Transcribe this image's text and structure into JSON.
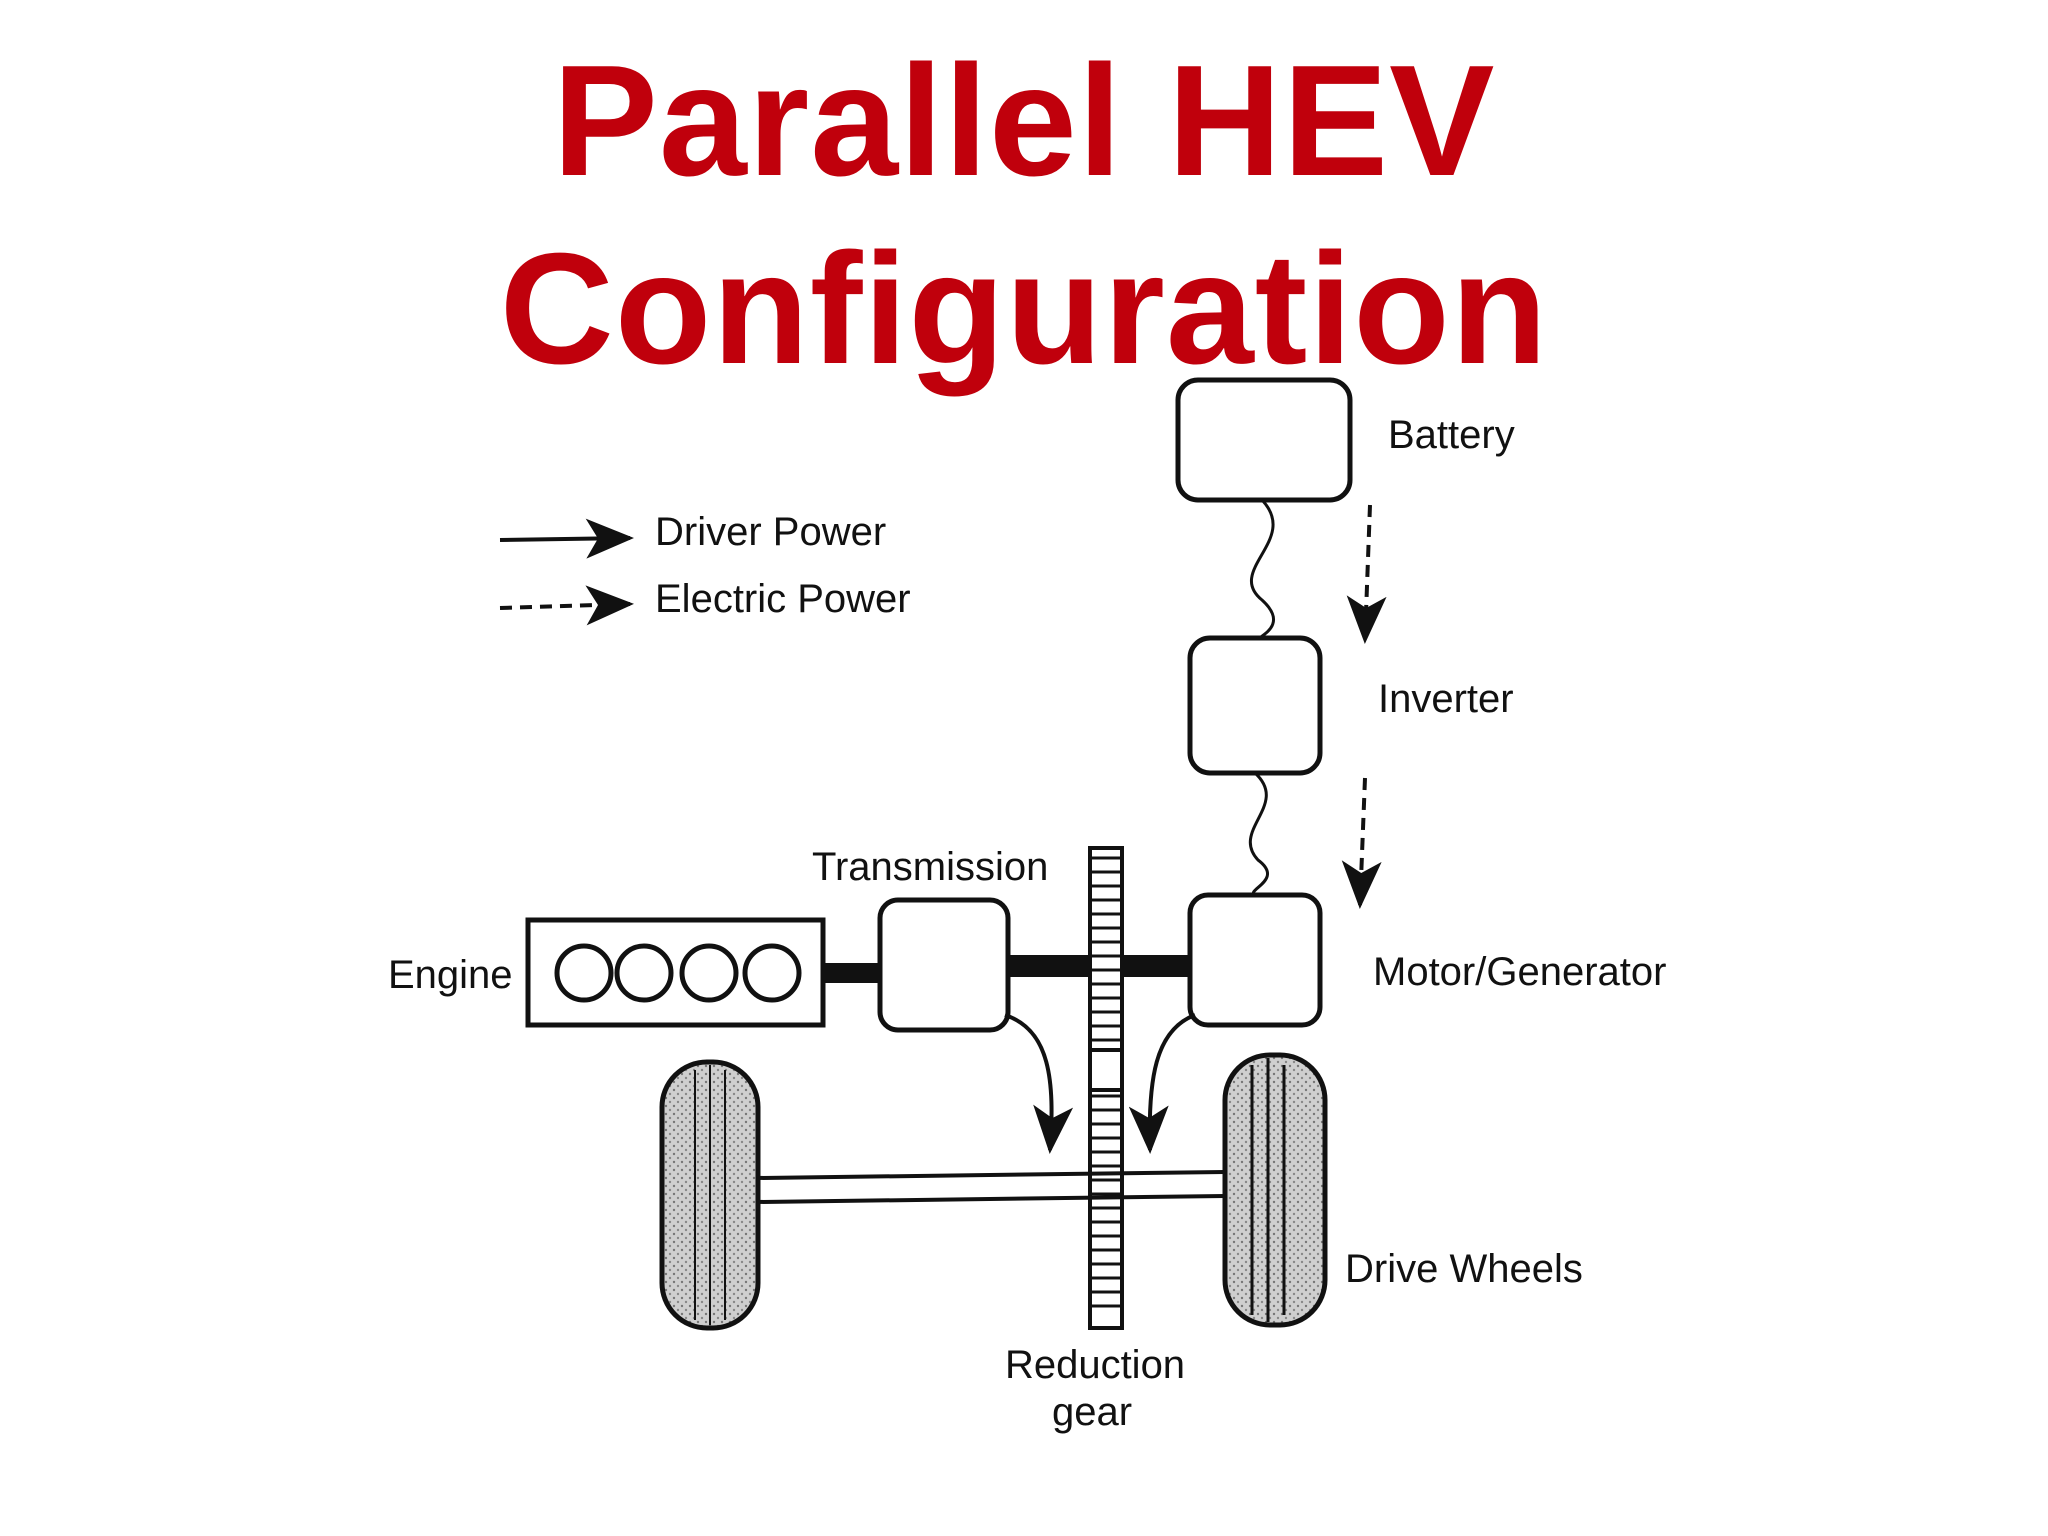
{
  "title": {
    "line1": "Parallel HEV",
    "line2": "Configuration"
  },
  "legend": {
    "driver_power": "Driver Power",
    "electric_power": "Electric Power"
  },
  "labels": {
    "battery": "Battery",
    "inverter": "Inverter",
    "transmission": "Transmission",
    "engine": "Engine",
    "motor_generator": "Motor/Generator",
    "drive_wheels": "Drive Wheels",
    "reduction_gear_line1": "Reduction",
    "reduction_gear_line2": "gear"
  }
}
